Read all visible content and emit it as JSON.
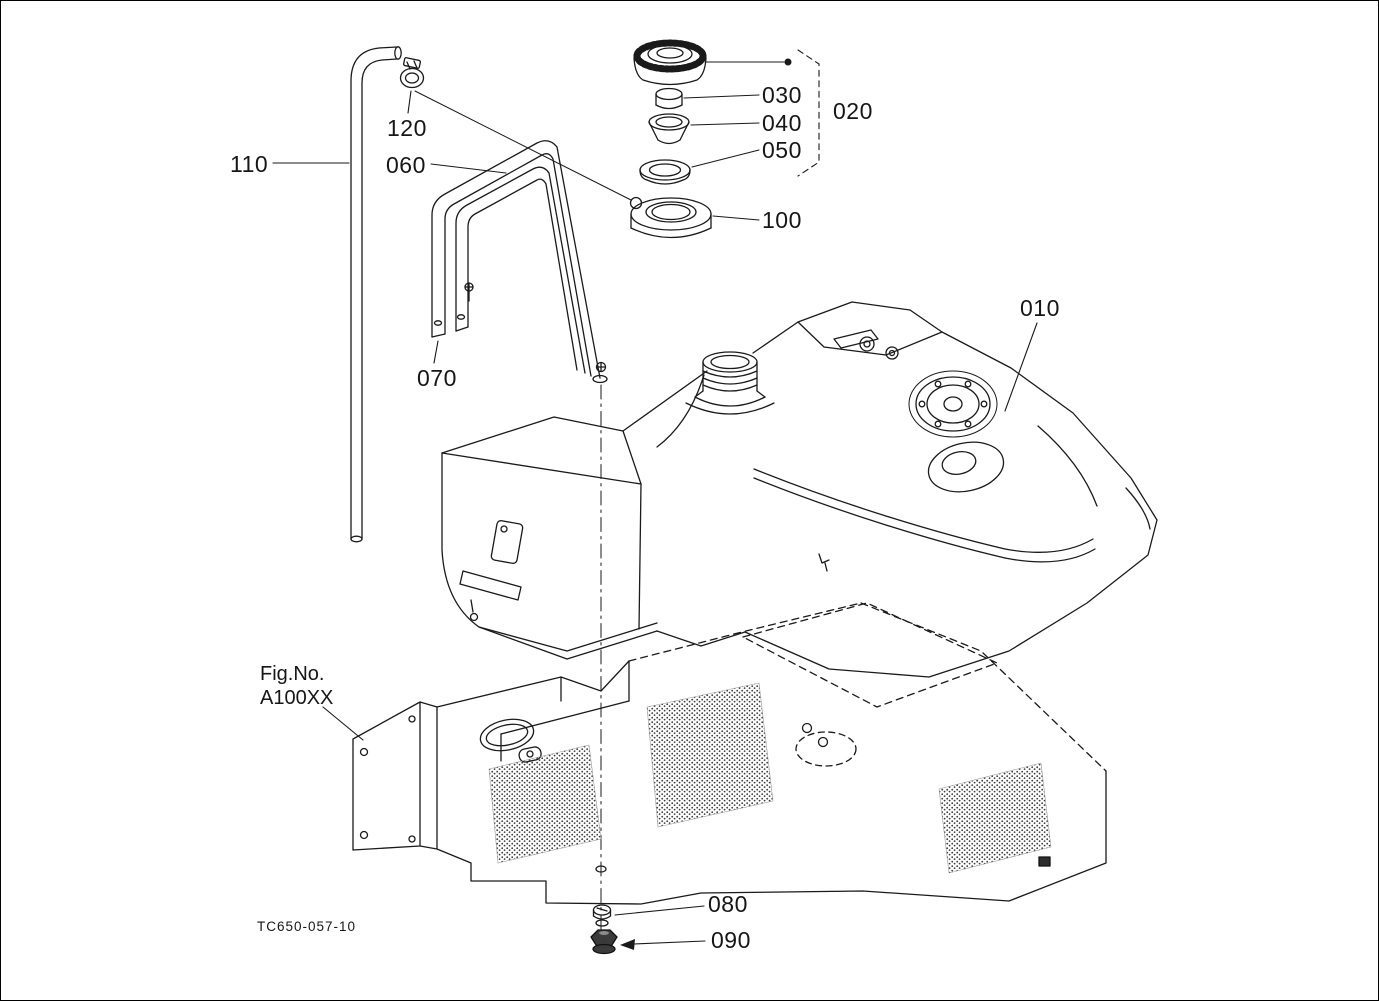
{
  "colors": {
    "ink": "#1a1a1a",
    "background": "#ffffff"
  },
  "figure": {
    "fig_no_label": "Fig.No.",
    "fig_no_value": "A100XX",
    "drawing_code": "TC650-057-10"
  },
  "callouts": {
    "c010": "010",
    "c020": "020",
    "c030": "030",
    "c040": "040",
    "c050": "050",
    "c060": "060",
    "c070": "070",
    "c080": "080",
    "c090": "090",
    "c100": "100",
    "c110": "110",
    "c120": "120"
  }
}
